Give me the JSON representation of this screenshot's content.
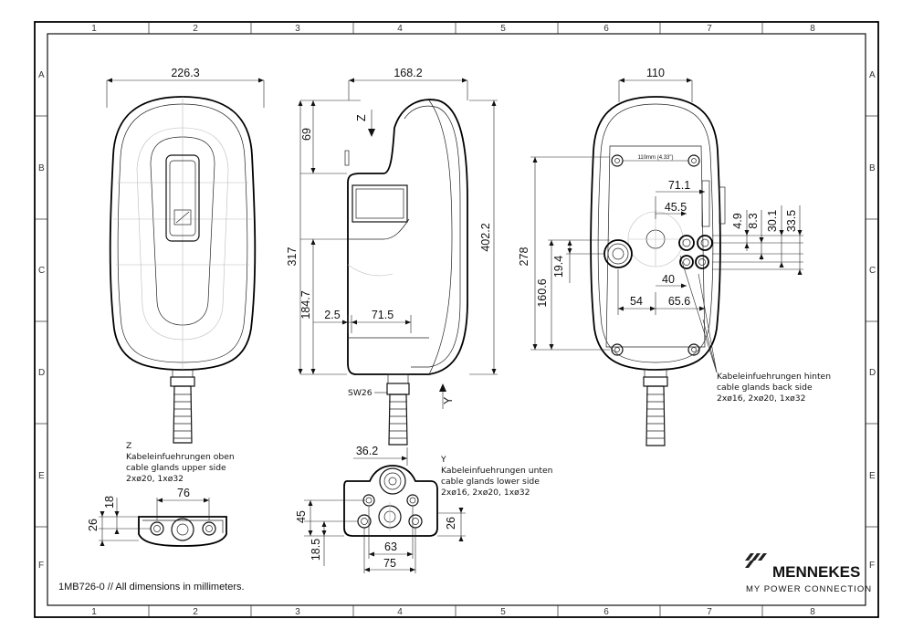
{
  "grid": {
    "columns": [
      "1",
      "2",
      "3",
      "4",
      "5",
      "6",
      "7",
      "8"
    ],
    "rows": [
      "A",
      "B",
      "C",
      "D",
      "E",
      "F"
    ]
  },
  "front_view": {
    "width_dim": "226.3"
  },
  "side_view": {
    "width_dim": "168.2",
    "dim_69": "69",
    "dim_317": "317",
    "dim_402": "402.2",
    "dim_184": "184.7",
    "dim_2_5": "2.5",
    "dim_71_5": "71.5",
    "arrow_z": "Z",
    "arrow_y": "Y",
    "sw26": "SW26",
    "dim_36_2": "36.2"
  },
  "back_view": {
    "width_dim": "110",
    "dim_278": "278",
    "dim_160": "160.6",
    "dim_19": "19.4",
    "dim_71_1": "71.1",
    "dim_45_5": "45.5",
    "dim_40": "40",
    "dim_54": "54",
    "dim_65_6": "65.6",
    "dim_4_9": "4.9",
    "dim_8_3": "8.3",
    "dim_30_1": "30.1",
    "dim_33_5": "33.5",
    "label_110mm": "110mm (4.33\")",
    "note": [
      "Kabeleinfuehrungen hinten",
      "cable glands back side",
      "2xø16, 2xø20, 1xø32"
    ]
  },
  "z_view": {
    "note": [
      "Z",
      "Kabeleinfuehrungen oben",
      "cable glands upper side",
      "2xø20, 1xø32"
    ],
    "dim_76": "76",
    "dim_18": "18",
    "dim_26": "26"
  },
  "y_view": {
    "note": [
      "Y",
      "Kabeleinfuehrungen unten",
      "cable glands lower side",
      "2xø16, 2xø20, 1xø32"
    ],
    "dim_45": "45",
    "dim_18_5": "18.5",
    "dim_63": "63",
    "dim_75": "75",
    "dim_26": "26"
  },
  "footer": {
    "doc_note": "1MB726-0 // All dimensions in millimeters.",
    "brand": "MENNEKES",
    "tagline": "MY POWER CONNECTION"
  }
}
